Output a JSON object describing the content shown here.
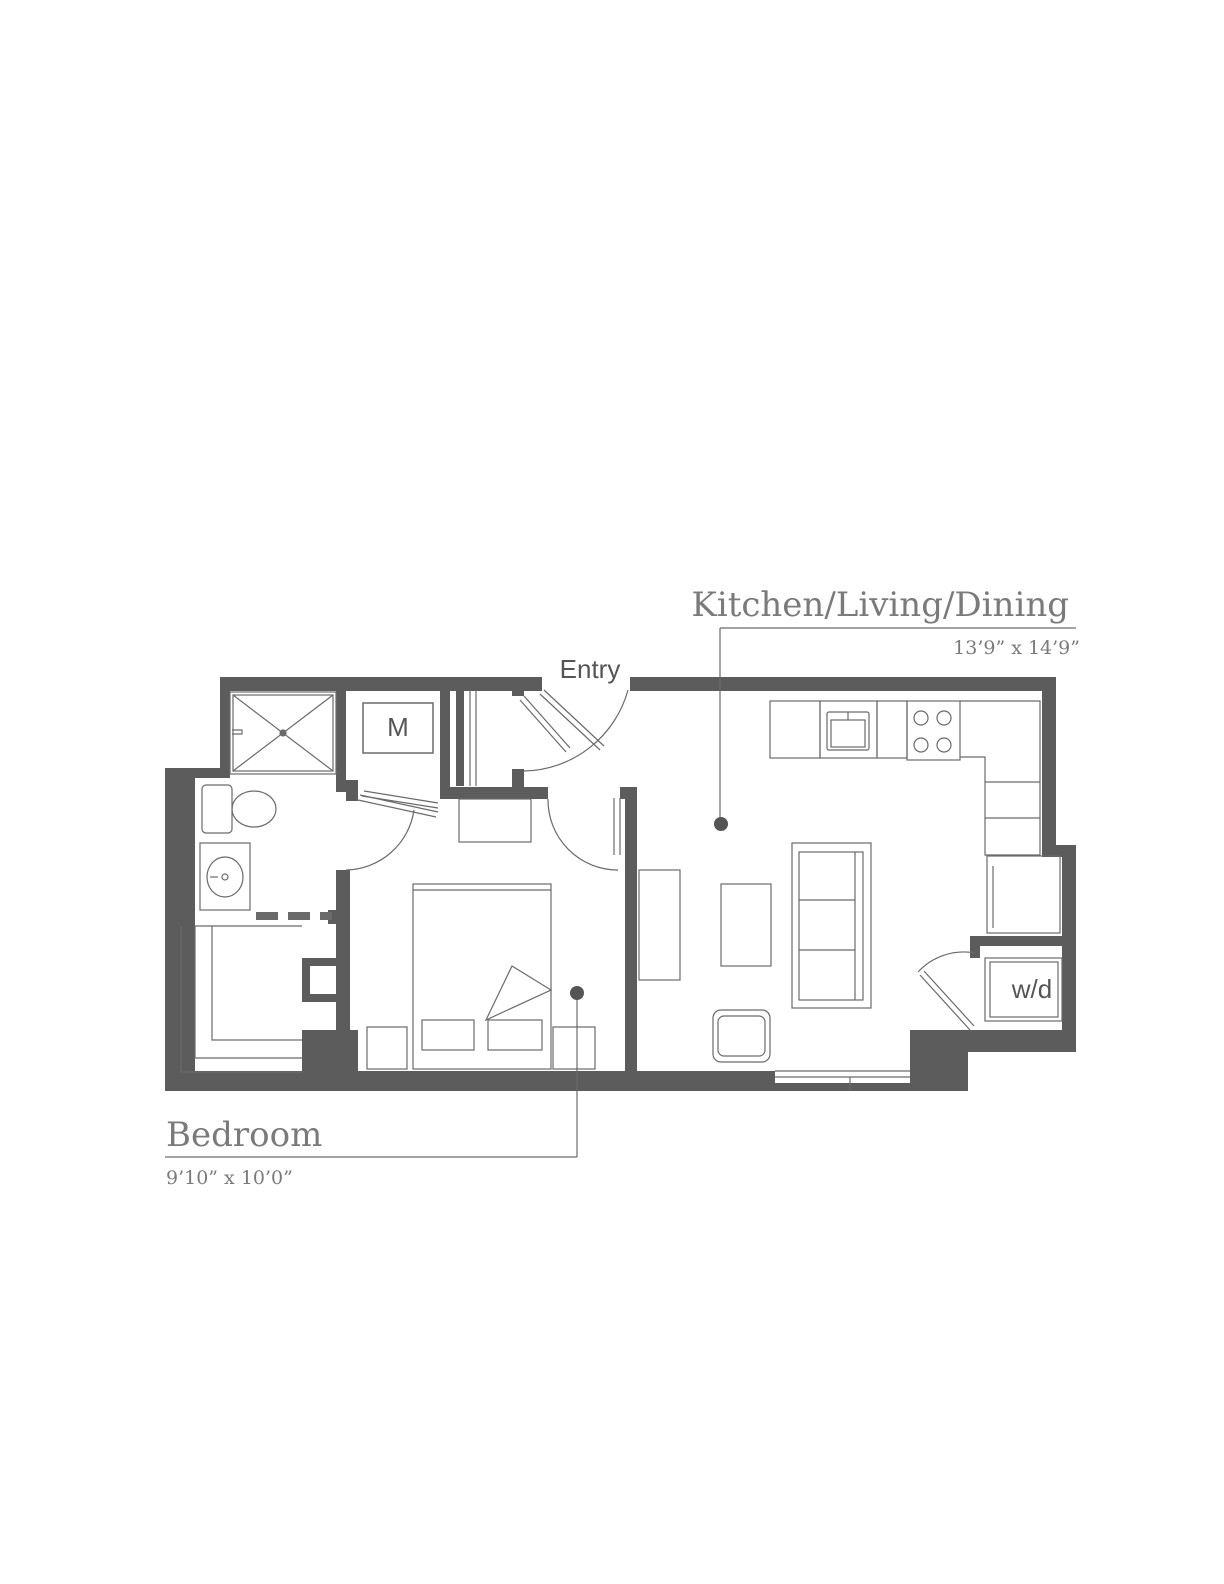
{
  "colors": {
    "wall": "#5c5c5c",
    "line": "#6a6a6a",
    "label": "#7a7a7a"
  },
  "rooms": {
    "kitchen_living_dining": {
      "title": "Kitchen/Living/Dining",
      "dimensions": "13’9” x 14’9”"
    },
    "bedroom": {
      "title": "Bedroom",
      "dimensions": "9’10” x  10’0”"
    }
  },
  "labels": {
    "entry": "Entry",
    "mechanical": "M",
    "washer_dryer": "w/d"
  }
}
